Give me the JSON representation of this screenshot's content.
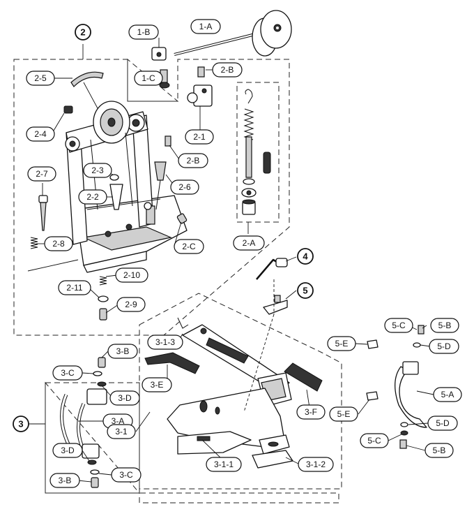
{
  "callouts": {
    "2": "2",
    "3": "3",
    "4": "4",
    "5": "5",
    "1A": "1-A",
    "1B": "1-B",
    "1C": "1-C",
    "2_5": "2-5",
    "2_4": "2-4",
    "2B_top": "2-B",
    "2_1": "2-1",
    "2B_mid": "2-B",
    "2_3": "2-3",
    "2_2": "2-2",
    "2_6": "2-6",
    "2_7": "2-7",
    "2_8": "2-8",
    "2C": "2-C",
    "2A": "2-A",
    "2_10": "2-10",
    "2_11": "2-11",
    "2_9": "2-9",
    "3_1_3": "3-1-3",
    "3E": "3-E",
    "3B_top": "3-B",
    "3C_top": "3-C",
    "3D_top": "3-D",
    "3A": "3-A",
    "3_1": "3-1",
    "3F": "3-F",
    "3D_bot": "3-D",
    "3C_bot": "3-C",
    "3B_bot": "3-B",
    "3_1_1": "3-1-1",
    "3_1_2": "3-1-2",
    "5C_top": "5-C",
    "5B_top": "5-B",
    "5E_top": "5-E",
    "5D_top": "5-D",
    "5A": "5-A",
    "5E_bot": "5-E",
    "5D_bot": "5-D",
    "5C_bot": "5-C",
    "5B_bot": "5-B"
  }
}
